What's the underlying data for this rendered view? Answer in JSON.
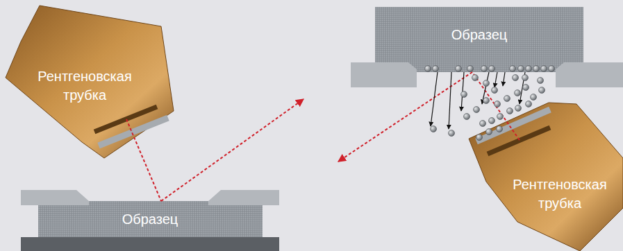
{
  "diagram": {
    "nodes": [
      {
        "text": [
          "Рентгеновская трубка"
        ]
      },
      {
        "text": [
          "Образец"
        ]
      },
      {
        "text": [
          "Образец"
        ]
      },
      {
        "text": [
          "Рентгеновская трубка"
        ]
      }
    ],
    "edges": [
      {
        "from": 0,
        "to": 2,
        "arrow": "none"
      },
      {
        "from": 3,
        "to": 1,
        "arrow": "none"
      }
    ]
  }
}
